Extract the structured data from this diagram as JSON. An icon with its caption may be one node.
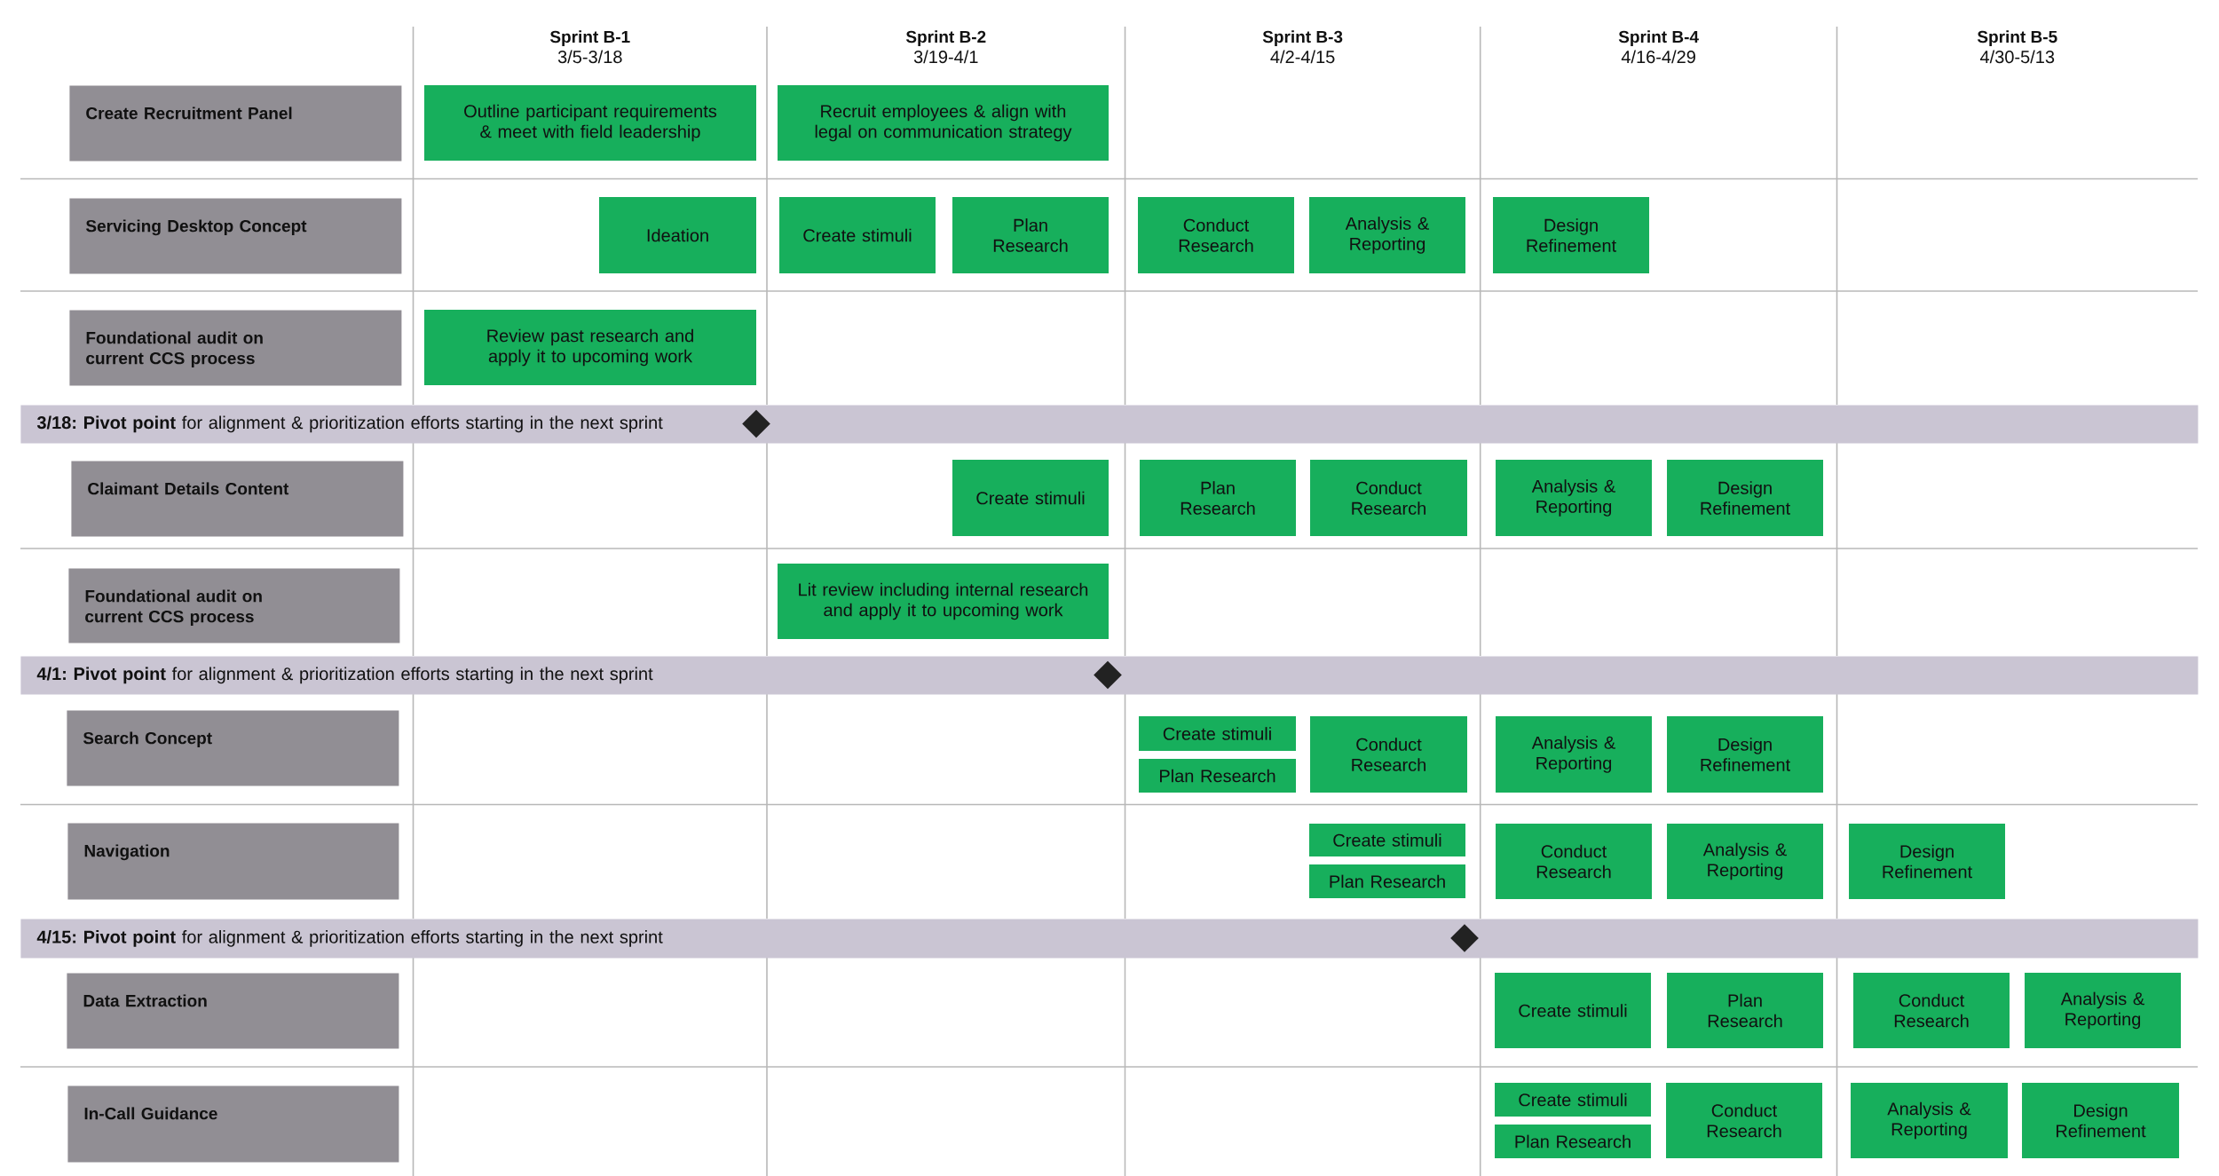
{
  "diagram": {
    "nodes": [
      {
        "text": [
          "Create Recruitment Panel"
        ]
      },
      {
        "text": [
          "Outline participant requirements & meet with field leadership"
        ]
      },
      {
        "text": [
          "Recruit employees & align with legal on communication strategy"
        ]
      },
      {
        "text": [
          "Servicing Desktop Concept"
        ]
      },
      {
        "text": [
          "Ideation"
        ]
      },
      {
        "text": [
          "Create stimuli"
        ]
      },
      {
        "text": [
          "Plan Research"
        ]
      },
      {
        "text": [
          "Conduct Research"
        ]
      },
      {
        "text": [
          "Analysis & Reporting"
        ]
      },
      {
        "text": [
          "Design Refinement"
        ]
      },
      {
        "text": [
          "Foundational audit on current CCS process"
        ]
      },
      {
        "text": [
          "Review past research and apply it to upcoming work"
        ]
      },
      {
        "text": [
          "**3/18: Pivot point** for alignment & prioritization efforts starting in the next sprint"
        ]
      },
      {
        "text": [],
        "shape": "diamond",
        "in": 12
      },
      {
        "text": [
          "Claimant Details Content"
        ]
      },
      {
        "text": [
          "Create stimuli"
        ]
      },
      {
        "text": [
          "Plan Research"
        ]
      },
      {
        "text": [
          "Conduct Research"
        ]
      },
      {
        "text": [
          "Analysis & Reporting"
        ]
      },
      {
        "text": [
          "Design Refinement"
        ]
      },
      {
        "text": [
          "Foundational audit on current CCS process"
        ]
      },
      {
        "text": [
          "Lit review including internal research and apply it to upcoming work"
        ]
      },
      {
        "text": [
          "**4/1: Pivot point** for alignment & prioritization efforts starting in the next sprint"
        ]
      },
      {
        "text": [],
        "shape": "diamond",
        "in": 22
      },
      {
        "text": [
          "Search Concept"
        ]
      },
      {
        "text": [
          "Create stimuli"
        ]
      },
      {
        "text": [
          "Plan Research"
        ]
      },
      {
        "text": [
          "Conduct Research"
        ]
      },
      {
        "text": [
          "Analysis & Reporting"
        ]
      },
      {
        "text": [
          "Design Refinement"
        ]
      },
      {
        "text": [
          "Navigation"
        ]
      },
      {
        "text": [
          "Create stimuli"
        ]
      },
      {
        "text": [
          "Plan Research"
        ]
      },
      {
        "text": [
          "Conduct Research"
        ]
      },
      {
        "text": [
          "Analysis & Reporting"
        ]
      },
      {
        "text": [
          "Design Refinement"
        ]
      },
      {
        "text": [
          "**4/15: Pivot point** for alignment & prioritization efforts starting in the next sprint"
        ]
      },
      {
        "text": [],
        "shape": "diamond",
        "in": 36
      },
      {
        "text": [
          "Data Extraction"
        ]
      },
      {
        "text": [
          "Create stimuli"
        ]
      },
      {
        "text": [
          "Plan Research"
        ]
      },
      {
        "text": [
          "Conduct Research"
        ]
      },
      {
        "text": [
          "Analysis & Reporting"
        ]
      },
      {
        "text": [
          "In-Call Guidance"
        ]
      },
      {
        "text": [
          "Create stimuli"
        ]
      },
      {
        "text": [
          "Plan Research"
        ]
      },
      {
        "text": [
          "Conduct Research"
        ]
      },
      {
        "text": [
          "Analysis & Reporting"
        ]
      },
      {
        "text": [
          "Design Refinement"
        ]
      }
    ],
    "labels": [
      "Sprint B-1",
      "3/5-3/18",
      "Sprint B-2",
      "3/19-4/1",
      "Sprint B-3",
      "4/2-4/15",
      "Sprint B-4",
      "4/16-4/29",
      "Sprint B-5",
      "4/30-5/13"
    ]
  }
}
